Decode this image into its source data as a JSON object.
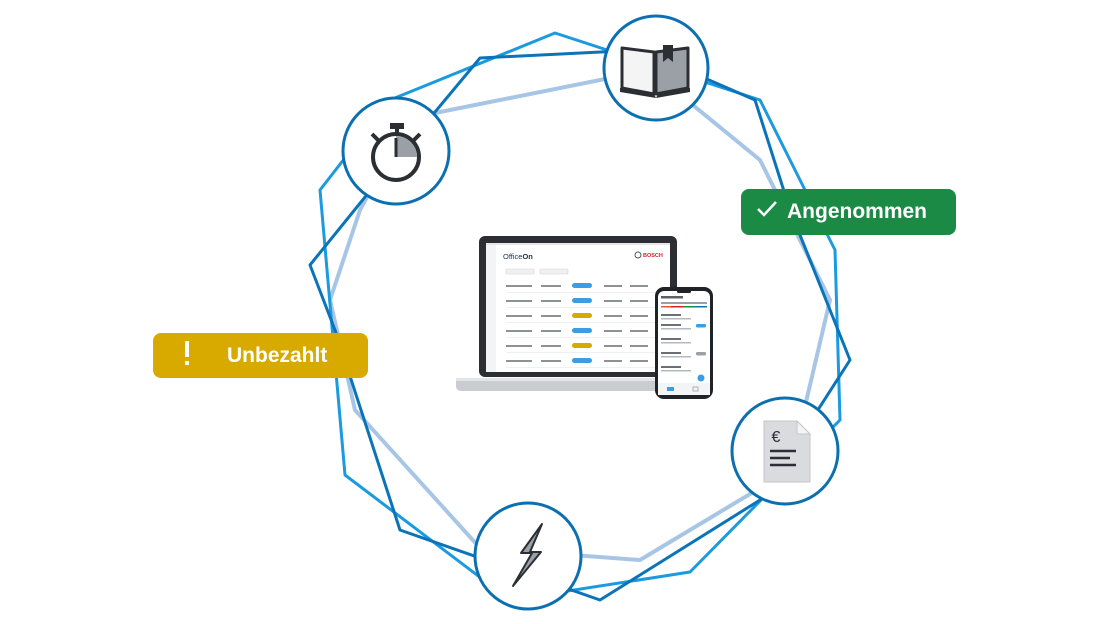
{
  "status_badges": {
    "accepted": {
      "icon": "checkmark-icon",
      "label": "Angenommen",
      "color": "#1a8a45"
    },
    "unpaid": {
      "icon": "exclamation-icon",
      "label": "Unbezahlt",
      "color": "#d8aa00"
    }
  },
  "cycle_nodes": [
    {
      "icon": "book-icon"
    },
    {
      "icon": "stopwatch-icon"
    },
    {
      "icon": "euro-invoice-icon"
    },
    {
      "icon": "lightning-icon"
    }
  ],
  "devices": {
    "app_name_prefix": "Office",
    "app_name_suffix": "On",
    "brand": "BOSCH"
  },
  "colors": {
    "ring_dark": "#0b74b8",
    "ring_bright": "#1a9be0",
    "ring_light": "#a7c6e6",
    "pill_blue": "#3b9de3",
    "pill_yellow": "#d8aa00",
    "brand_red": "#d42027"
  }
}
